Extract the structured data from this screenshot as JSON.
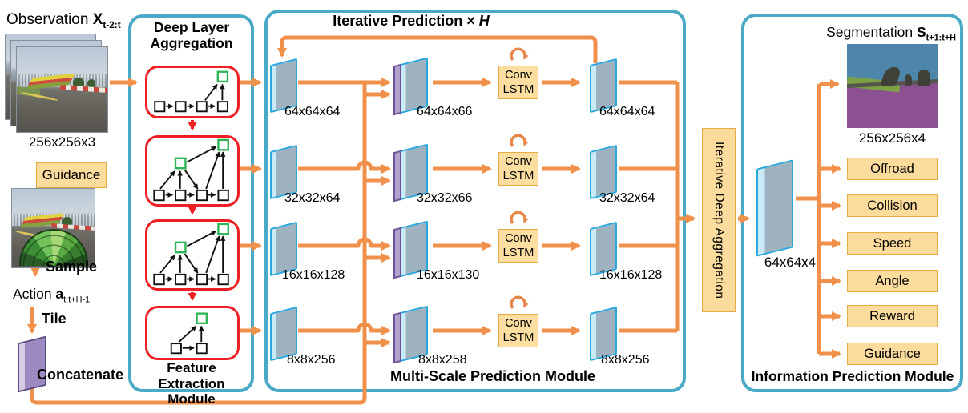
{
  "left": {
    "observation_title": {
      "prefix": "Observation ",
      "var": "X",
      "sub": "t-2:t"
    },
    "observation_size": "256x256x3",
    "guidance_label": "Guidance",
    "sample_label": "Sample",
    "action_title": {
      "prefix": "Action ",
      "var": "a",
      "sub": "t:t+H-1"
    },
    "tile_label": "Tile",
    "concatenate_label": "Concatenate"
  },
  "feature_extraction": {
    "title": "Deep Layer Aggregation",
    "module_label": "Feature Extraction Module"
  },
  "multi_scale": {
    "title": {
      "prefix": "Iterative Prediction ",
      "times": "×",
      "iterations": "H"
    },
    "module_label": "Multi-Scale Prediction Module",
    "convlstm": [
      "Conv",
      "LSTM"
    ],
    "rows": [
      {
        "input": "64x64x64",
        "concat": "64x64x66",
        "output": "64x64x64"
      },
      {
        "input": "32x32x64",
        "concat": "32x32x66",
        "output": "32x32x64"
      },
      {
        "input": "16x16x128",
        "concat": "16x16x130",
        "output": "16x16x128"
      },
      {
        "input": "8x8x256",
        "concat": "8x8x258",
        "output": "8x8x256"
      }
    ]
  },
  "ida_label": "Iterative Deep Aggregation",
  "info_prediction": {
    "title": {
      "prefix": "Segmentation ",
      "var": "S",
      "sub": "t+1:t+H"
    },
    "segmentation_size": "256x256x4",
    "feature_size": "64x64x4",
    "outputs": [
      "Offroad",
      "Collision",
      "Speed",
      "Angle",
      "Reward",
      "Guidance"
    ],
    "module_label": "Information Prediction Module"
  },
  "colors": {
    "module_border": "#4aa9c7",
    "arrow_orange": "#f0914b",
    "red_box": "#ee2026",
    "yellow_fill": "#fcdc9c",
    "yellow_border": "#e4ac43",
    "map_face": "#9fb2bf",
    "map_border": "#2aa8dd",
    "concat_strip": "#b3a2cf",
    "action_map": "#9d8ac0",
    "green_node": "#2fb457"
  }
}
